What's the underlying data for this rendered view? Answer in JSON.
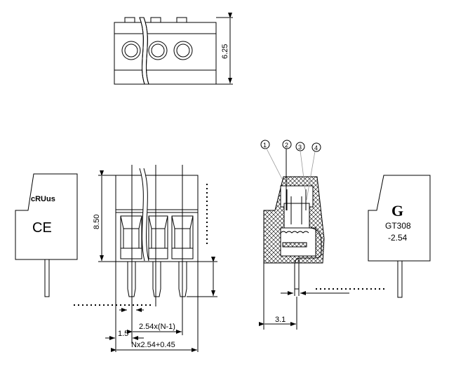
{
  "title": "Terminal block GT308-2.54 dimensional drawing",
  "dimensions": {
    "depth": "6.25",
    "height": "8.50",
    "edge_offset": "1.5",
    "pitch": "2.54x(N-1)",
    "total_width": "Nx2.54+0.45",
    "pin_offset": "3.1"
  },
  "callouts": [
    "1",
    "2",
    "3",
    "4"
  ],
  "marks": {
    "ul": "cRUus",
    "ce": "CE",
    "brand": "G",
    "model": "GT308",
    "pitch_label": "-2.54"
  }
}
